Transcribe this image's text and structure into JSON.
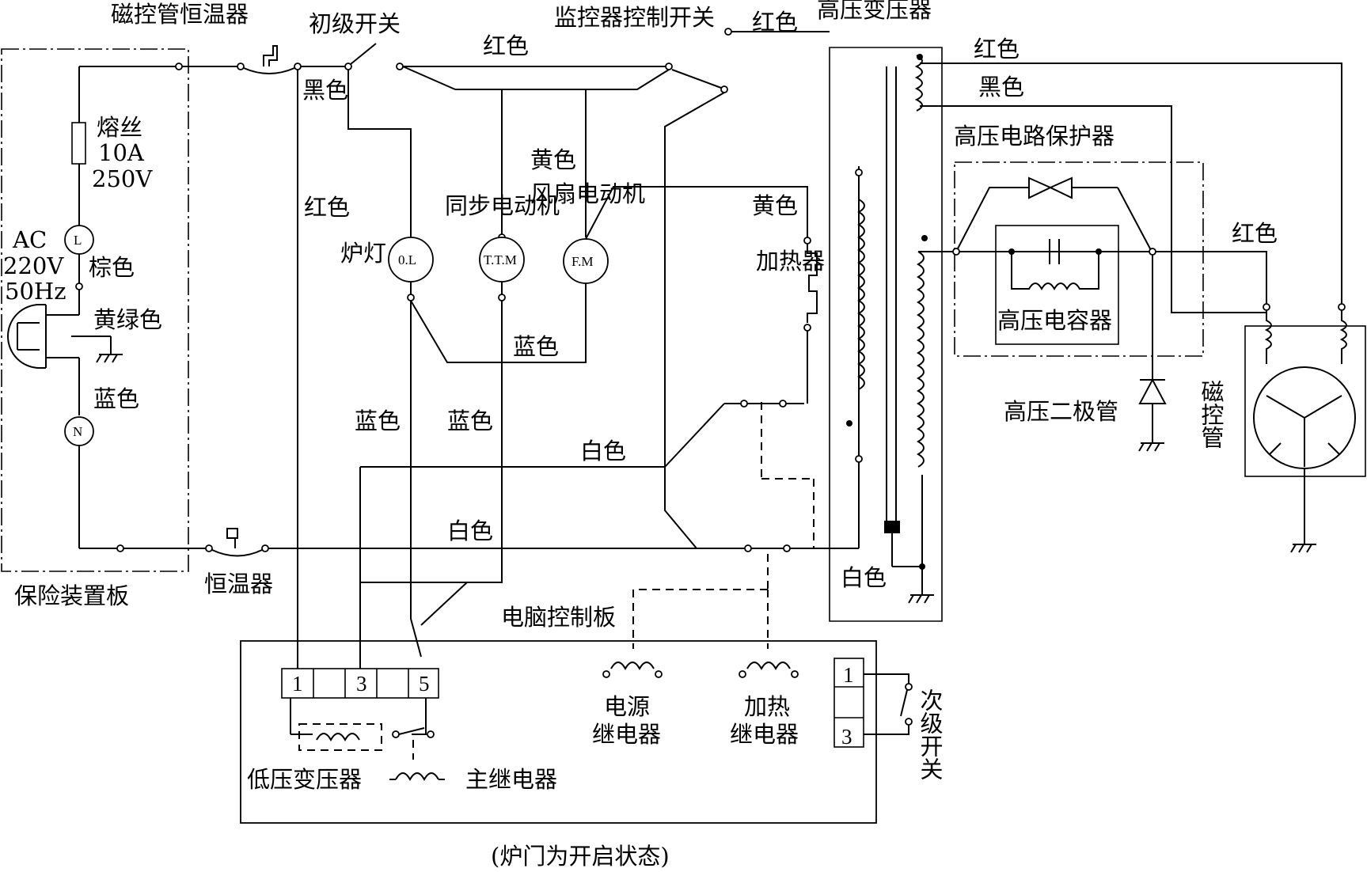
{
  "labels": {
    "magnetron_thermostat": "磁控管恒温器",
    "primary_switch": "初级开关",
    "monitor_switch": "监控器控制开关",
    "hv_transformer": "高压变压器",
    "fuse": "熔丝",
    "fuse_current": "10A",
    "fuse_voltage": "250V",
    "ac": "AC",
    "ac_voltage": "220V",
    "ac_freq": "50Hz",
    "lamp": "炉灯",
    "sync_motor": "同步电动机",
    "fan_motor": "风扇电动机",
    "heater": "加热器",
    "hv_protector": "高压电路保护器",
    "hv_capacitor": "高压电容器",
    "hv_diode": "高压二极管",
    "magnetron": "磁控管",
    "safety_board": "保险装置板",
    "thermostat": "恒温器",
    "computer_board": "电脑控制板",
    "power_relay": "电源继电器",
    "power_relay_l1": "电源",
    "power_relay_l2": "继电器",
    "heat_relay_l1": "加热",
    "heat_relay_l2": "继电器",
    "secondary_switch": "次级开关",
    "lv_transformer": "低压变压器",
    "main_relay": "主继电器",
    "caption": "(炉门为开启状态)"
  },
  "wire_colors": {
    "red": "红色",
    "black": "黑色",
    "brown": "棕色",
    "yellow_green": "黄绿色",
    "blue": "蓝色",
    "yellow": "黄色",
    "white": "白色"
  },
  "components": {
    "L": "L",
    "N": "N",
    "OL": "0.L",
    "TTM": "T.T.M",
    "FM": "F.M"
  },
  "terminals": {
    "t1": "1",
    "t3": "3",
    "t5": "5",
    "s1": "1",
    "s3": "3"
  }
}
